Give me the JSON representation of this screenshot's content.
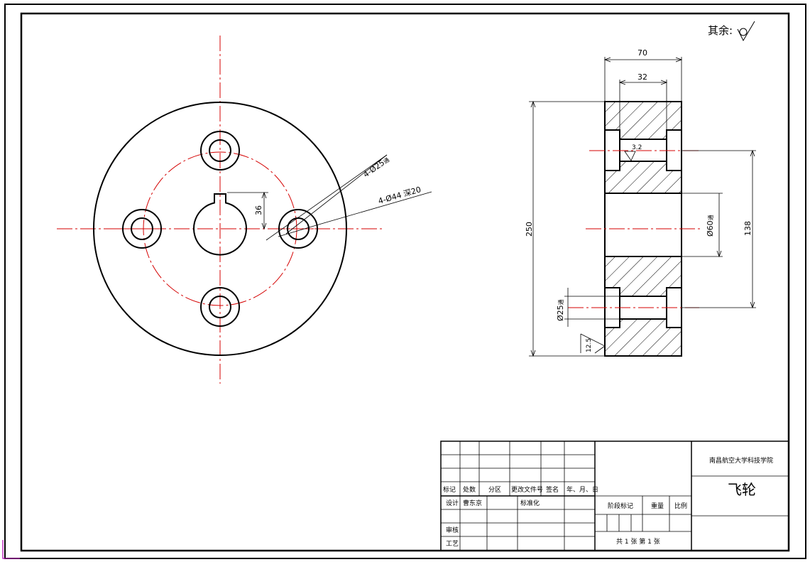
{
  "surface_note": "其余:",
  "front_view": {
    "hole_callout_small": "4-Ø25",
    "hole_callout_small_suffix": "通",
    "hole_callout_large": "4-Ø44  深20",
    "dim_keyway": "36"
  },
  "section_view": {
    "dim_width_total": "70",
    "dim_width_inner": "32",
    "dim_height_total": "250",
    "dim_pitch": "138",
    "dim_bore": "Ø60",
    "dim_bore_suffix": "通",
    "dim_hole": "Ø25",
    "dim_hole_suffix": "通",
    "roughness_inner": "3.2",
    "roughness_outer": "12.5"
  },
  "title_block": {
    "school": "南昌航空大学科技学院",
    "part_name": "飞轮",
    "row_headers": [
      "标记",
      "处数",
      "分区",
      "更改文件号",
      "签名",
      "年、月、日"
    ],
    "design_label": "设计",
    "designer": "曹东京",
    "standardize_label": "标准化",
    "review_label": "审核",
    "process_label": "工艺",
    "stage_label": "阶段标记",
    "weight_label": "重量",
    "scale_label": "比例",
    "sheets": "共 1 张    第 1 张"
  },
  "colors": {
    "line": "#000000",
    "center_line": "#d40000",
    "corner_mark": "#b000b0"
  }
}
